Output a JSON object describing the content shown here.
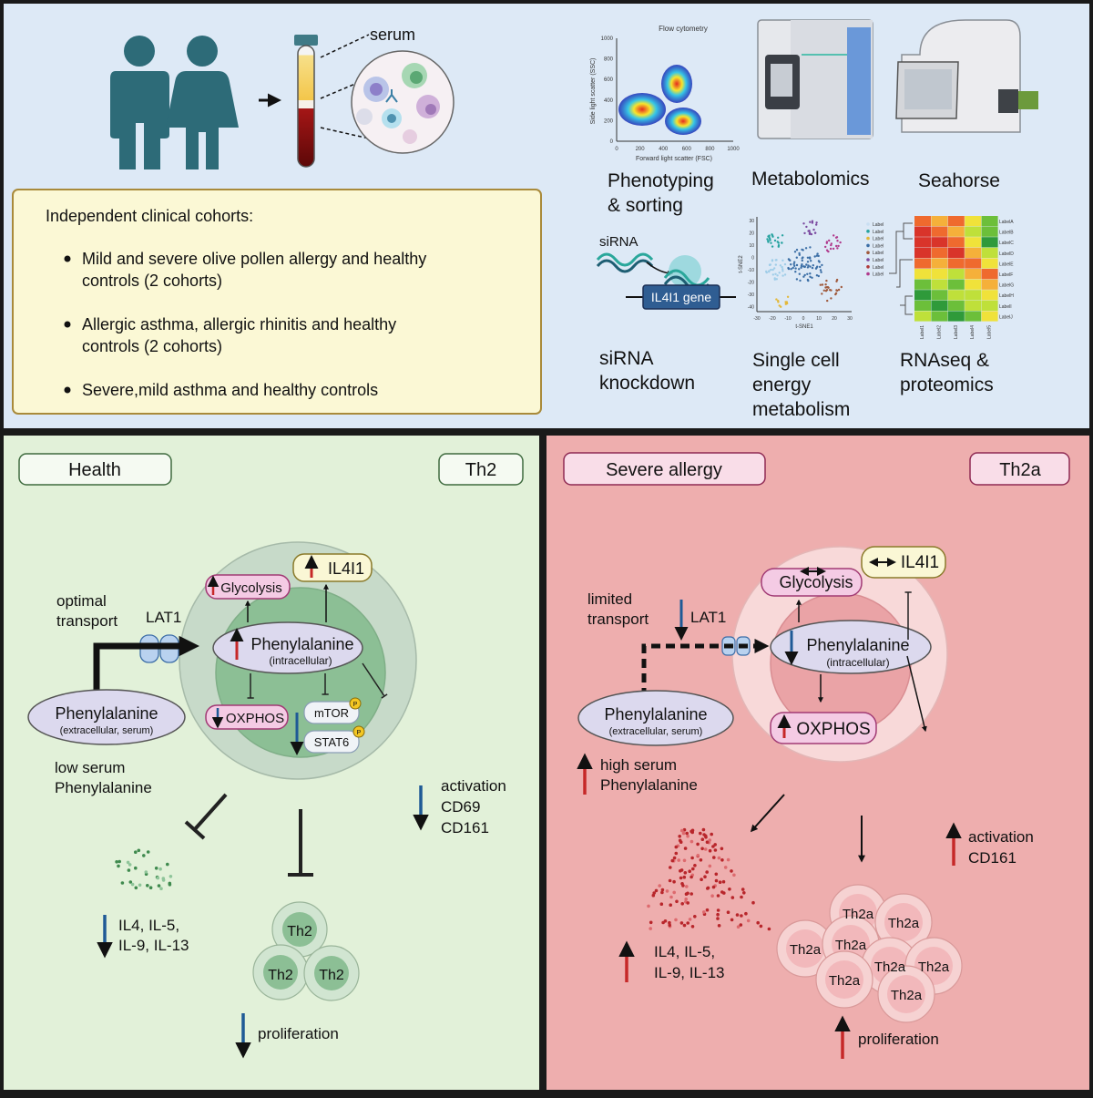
{
  "top": {
    "serum_label": "serum",
    "cohorts": {
      "heading": "Independent clinical cohorts:",
      "items": [
        [
          "Mild and severe olive pollen allergy and healthy",
          "controls (2 cohorts)"
        ],
        [
          "Allergic asthma, allergic rhinitis and healthy",
          "controls (2 cohorts)"
        ],
        [
          "Severe,mild asthma and healthy controls"
        ]
      ]
    },
    "flow": {
      "title": "Flow cytometry",
      "ylabel": "Side light scatter (SSC)",
      "xlabel": "Forward light scatter (FSC)",
      "xticks": [
        "0",
        "200",
        "400",
        "600",
        "800",
        "1000"
      ],
      "yticks": [
        "0",
        "200",
        "400",
        "600",
        "800",
        "1000"
      ]
    },
    "methods": {
      "phenotyping": [
        "Phenotyping",
        "& sorting"
      ],
      "metabolomics": "Metabolomics",
      "seahorse": "Seahorse",
      "sirna": [
        "siRNA",
        "knockdown"
      ],
      "single_cell": [
        "Single cell",
        "energy",
        "metabolism"
      ],
      "rnaseq": [
        "RNAseq &",
        "proteomics"
      ]
    },
    "sirna_tag": "siRNA",
    "il4i1_gene": "IL4I1 gene",
    "tsne": {
      "xlabel": "t-SNE1",
      "ylabel": "t-SNE2",
      "xticks": [
        "-30",
        "-20",
        "-10",
        "0",
        "10",
        "20",
        "30"
      ],
      "yticks": [
        "30",
        "20",
        "10",
        "0",
        "-10",
        "-20",
        "-30",
        "-40"
      ],
      "legend": [
        "Label",
        "Label",
        "Label",
        "Label",
        "Label",
        "Label",
        "Label",
        "Label"
      ]
    },
    "heatmap": {
      "row_labels": [
        "LabelA",
        "LabelB",
        "LabelC",
        "LabelD",
        "LabelE",
        "LabelF",
        "LabelG",
        "LabelH",
        "LabelI",
        "LabelJ"
      ],
      "col_labels": [
        "Label1",
        "Label2",
        "Label3",
        "Label4",
        "Label5"
      ]
    }
  },
  "health": {
    "tag": "Health",
    "cell_tag": "Th2",
    "glycolysis": "Glycolysis",
    "il4i1": "IL4I1",
    "phe_in": "Phenylalanine",
    "phe_in_sub": "(intracellular)",
    "oxphos": "OXPHOS",
    "mtor": "mTOR",
    "stat6": "STAT6",
    "p_mark": "P",
    "lat1": "LAT1",
    "transport": [
      "optimal",
      "transport"
    ],
    "phe_ex": "Phenylalanine",
    "phe_ex_sub": "(extracellular, serum)",
    "serum": [
      "low serum",
      "Phenylalanine"
    ],
    "activation": [
      "activation",
      "CD69",
      "CD161"
    ],
    "cytokines": [
      "IL4, IL-5,",
      "IL-9, IL-13"
    ],
    "cell_label": "Th2",
    "proliferation": "proliferation"
  },
  "allergy": {
    "tag": "Severe allergy",
    "cell_tag": "Th2a",
    "glycolysis": "Glycolysis",
    "il4i1": "IL4I1",
    "phe_in": "Phenylalanine",
    "phe_in_sub": "(intracellular)",
    "oxphos": "OXPHOS",
    "lat1": "LAT1",
    "transport": [
      "limited",
      "transport"
    ],
    "phe_ex": "Phenylalanine",
    "phe_ex_sub": "(extracellular, serum)",
    "serum": [
      "high serum",
      "Phenylalanine"
    ],
    "activation": [
      "activation",
      "CD161"
    ],
    "cytokines": [
      "IL4, IL-5,",
      "IL-9, IL-13"
    ],
    "cell_label": "Th2a",
    "proliferation": "proliferation"
  },
  "colors": {
    "top_bg": "#dde9f6",
    "health_bg": "#e2f1d9",
    "allergy_bg": "#eeaeae",
    "up_arrow": "#c62828",
    "down_arrow": "#1f5a96",
    "people": "#2d6b78"
  }
}
